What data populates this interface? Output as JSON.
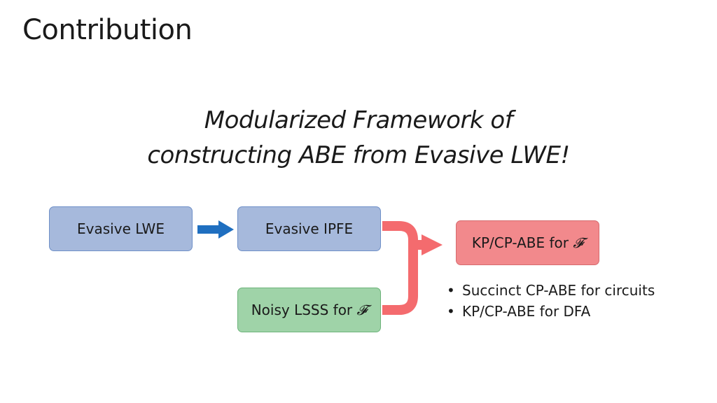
{
  "slide": {
    "title": "Contribution",
    "headline_line1": "Modularized Framework of",
    "headline_line2": "constructing ABE from Evasive LWE!"
  },
  "diagram": {
    "nodes": {
      "evasive_lwe": "Evasive LWE",
      "evasive_ipfe": "Evasive IPFE",
      "noisy_lsss": "Noisy LSSS for",
      "kp_cp_abe": "KP/CP-ABE for",
      "family_symbol": "𝓕"
    },
    "colors": {
      "blue_fill": "#a6b9dc",
      "green_fill": "#9fd3a8",
      "red_fill": "#f2898c",
      "arrow_blue": "#1f6fc0",
      "arrow_red": "#f46b6e"
    },
    "results": [
      "Succinct CP-ABE for circuits",
      "KP/CP-ABE for DFA"
    ]
  }
}
